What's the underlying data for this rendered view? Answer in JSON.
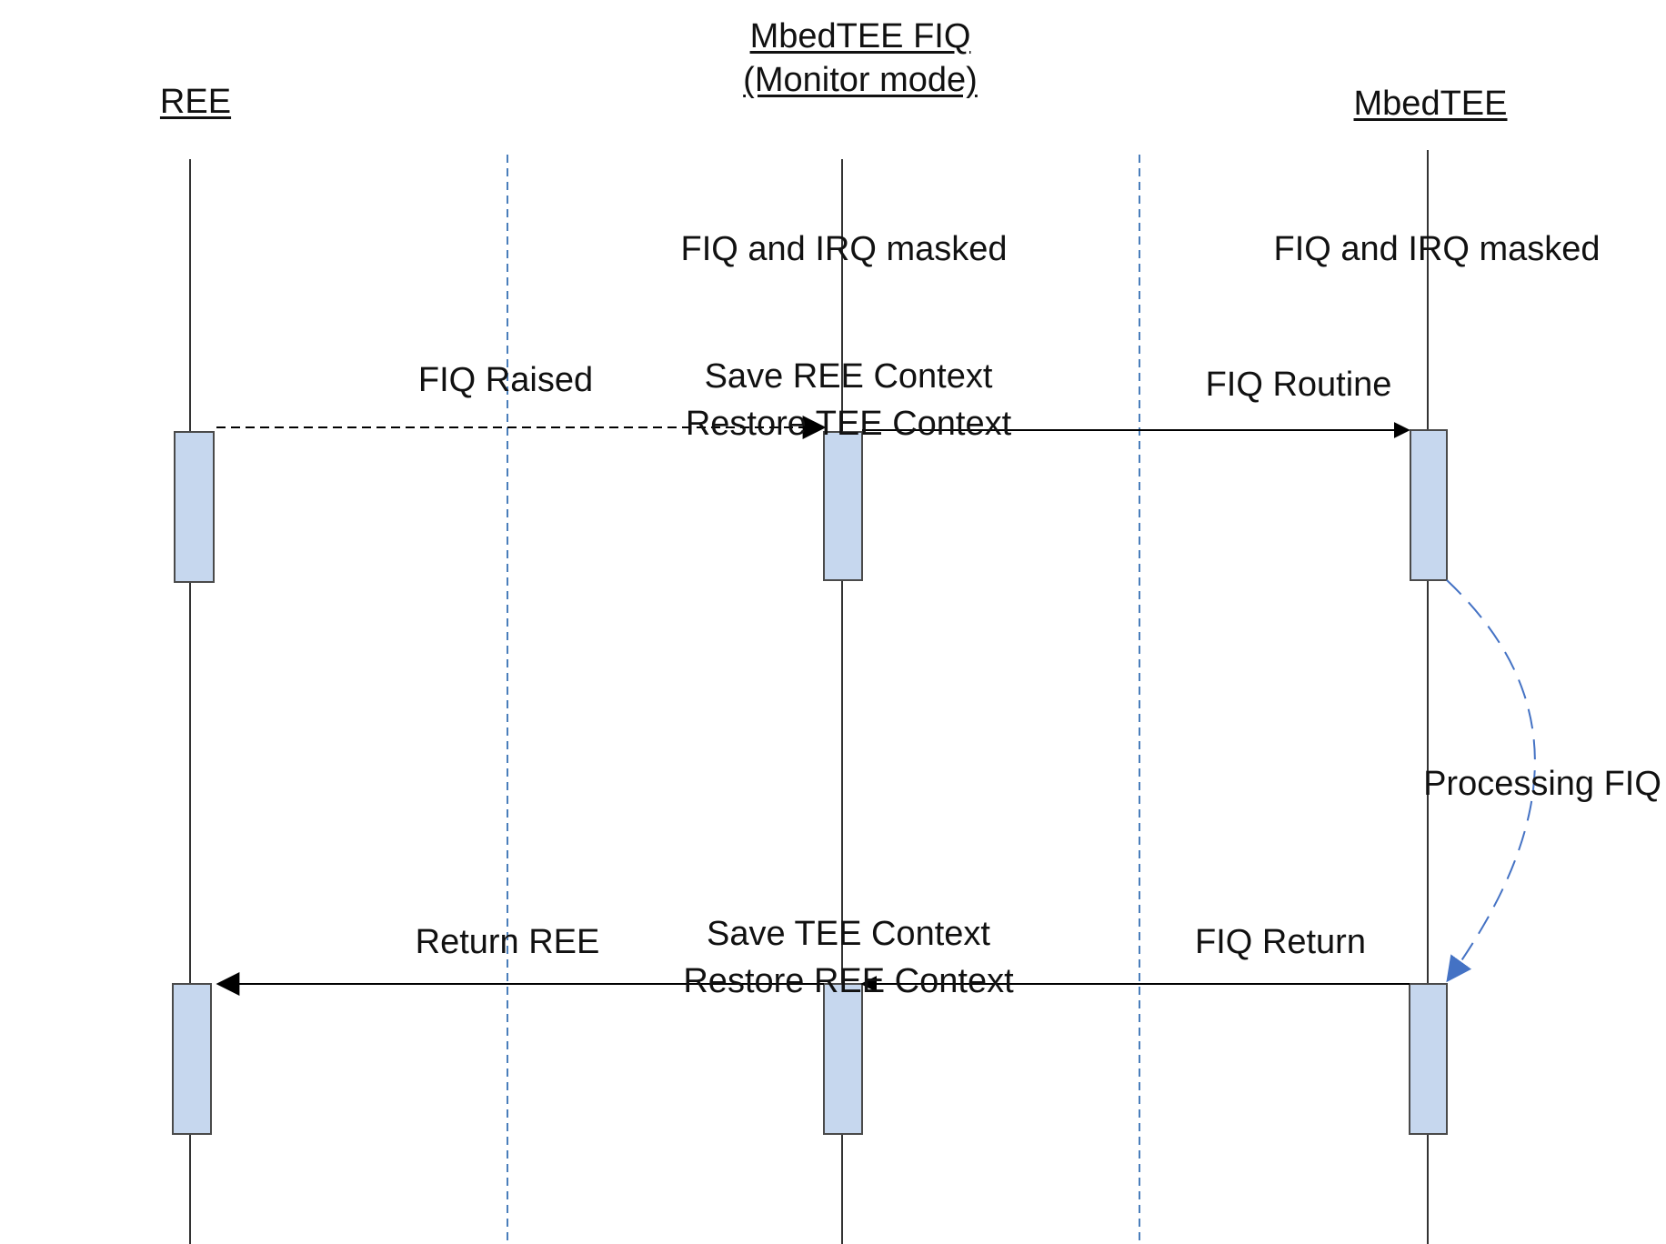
{
  "participants": [
    {
      "id": "ree",
      "name": "REE"
    },
    {
      "id": "monitor",
      "name_line1": "MbedTEE FIQ",
      "name_line2": "(Monitor mode)"
    },
    {
      "id": "tee",
      "name": "MbedTEE"
    }
  ],
  "states": {
    "monitor": "FIQ and IRQ masked",
    "tee": "FIQ and IRQ masked"
  },
  "messages": {
    "fiq_raised": "FIQ Raised",
    "fiq_routine": "FIQ Routine",
    "processing_fiq": "Processing FIQ",
    "fiq_return": "FIQ Return",
    "return_ree": "Return REE"
  },
  "notes": {
    "entry_line1": "Save REE Context",
    "entry_line2": "Restore TEE Context",
    "exit_line1": "Save TEE Context",
    "exit_line2": "Restore REE Context"
  },
  "colors": {
    "activation_fill": "#c6d7ee",
    "activation_stroke": "#4a4a4a",
    "divider": "#4a7ebb",
    "self_arrow": "#4472c4",
    "lifeline": "#333333"
  }
}
